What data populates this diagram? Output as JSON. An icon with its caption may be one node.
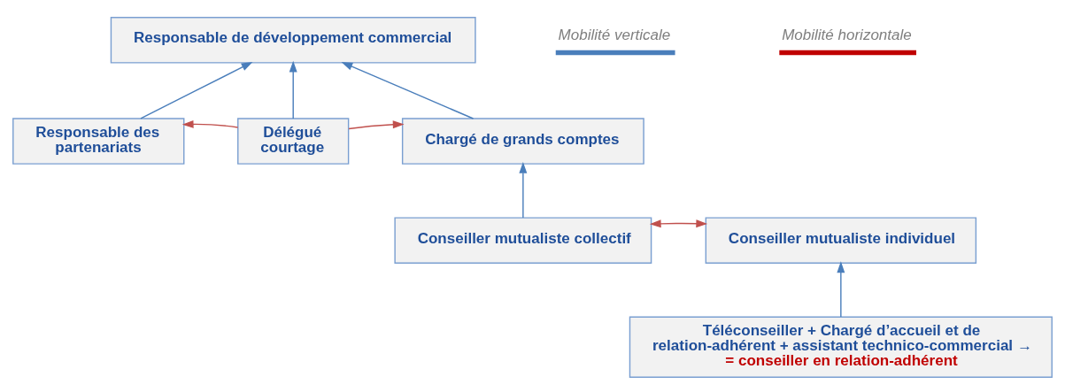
{
  "diagram": {
    "nodes": [
      {
        "text": [
          "Responsable de développement commercial"
        ]
      },
      {
        "text": [
          "Responsable des partenariats"
        ]
      },
      {
        "text": [
          "Délégué courtage"
        ]
      },
      {
        "text": [
          "Chargé de grands comptes"
        ]
      },
      {
        "text": [
          "Conseiller mutualiste collectif"
        ]
      },
      {
        "text": [
          "Conseiller mutualiste individuel"
        ]
      },
      {
        "text": [
          "Téléconseiller + Chargé d’accueil et de relation-adhérent + assistant technico-commercial →",
          "= conseiller en relation-adhérent"
        ]
      }
    ],
    "edges": [
      {
        "from": 1,
        "to": 0,
        "arrow": "to"
      },
      {
        "from": 2,
        "to": 0,
        "arrow": "to"
      },
      {
        "from": 3,
        "to": 0,
        "arrow": "to"
      },
      {
        "from": 2,
        "to": 1,
        "arrow": "to",
        "color": "#c0504d"
      },
      {
        "from": 2,
        "to": 3,
        "arrow": "to",
        "color": "#c0504d"
      },
      {
        "from": 4,
        "to": 3,
        "arrow": "to"
      },
      {
        "from": 4,
        "to": 5,
        "arrow": "both",
        "color": "#c0504d"
      },
      {
        "from": 6,
        "to": 5,
        "arrow": "to"
      }
    ],
    "legend": [
      {
        "text": "Mobilité verticale"
      },
      {
        "text": "Mobilité horizontale"
      }
    ]
  }
}
